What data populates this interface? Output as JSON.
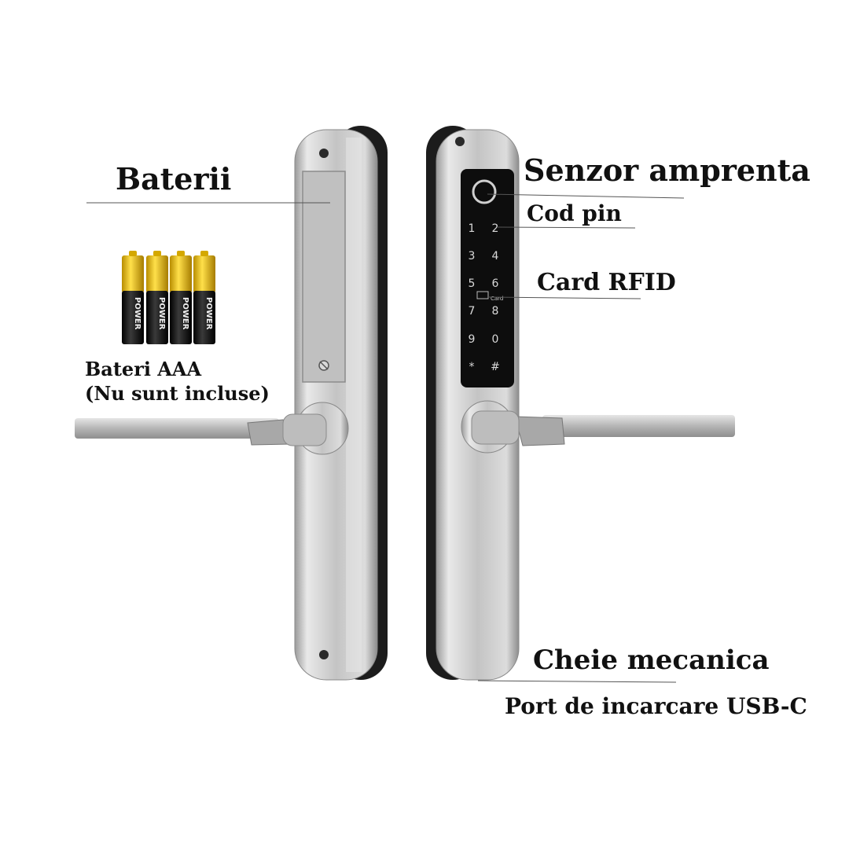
{
  "labels": {
    "batteries": "Baterii",
    "battery_type_line1": "Bateri AAA",
    "battery_type_line2": "(Nu sunt incluse)",
    "fingerprint_sensor": "Senzor amprenta",
    "pin_code": "Cod pin",
    "rfid_card": "Card RFID",
    "mechanical_key": "Cheie mecanica",
    "charging_port": "Port de incarcare USB-C"
  },
  "keypad": {
    "keys": [
      "1",
      "2",
      "3",
      "4",
      "5",
      "6",
      "7",
      "8",
      "9",
      "0",
      "*",
      "#"
    ],
    "card_icon_label": "Card"
  },
  "battery_brand": "POWER",
  "colors": {
    "battery_top": "#f2c200",
    "battery_body": "#1a1a1a",
    "keypad_panel": "#0d0d0d",
    "steel": "#c9c9c9",
    "text": "#111111"
  }
}
